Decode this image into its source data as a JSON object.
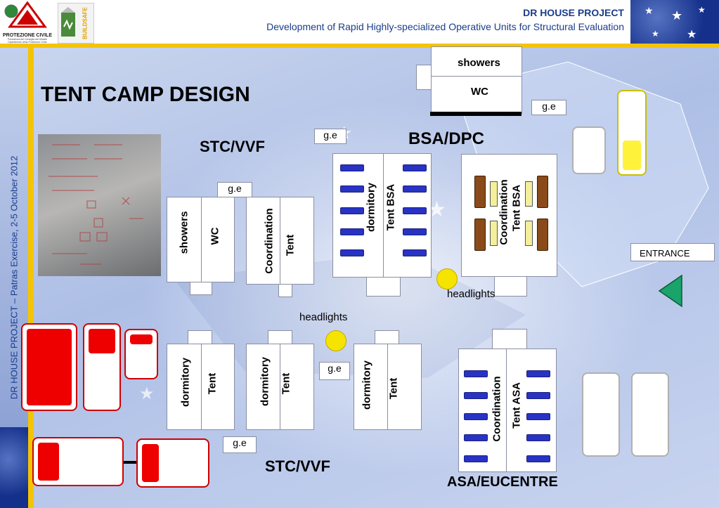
{
  "header": {
    "project": "DR HOUSE PROJECT",
    "subtitle": "Development of Rapid Highly-specialized Operative Units for Structural Evaluation",
    "logo1_text": "PROTEZIONE CIVILE",
    "logo1_sub": "Presidenza del Consiglio dei Ministri Dipartimento della Protezione Civile",
    "logo2_text": "BUILDSAFE"
  },
  "sidebar_text": "DR HOUSE PROJECT – Patras Exercise, 2-5 October 2012",
  "title": "TENT CAMP DESIGN",
  "labels": {
    "stc_top": "STC/VVF",
    "bsa_dpc": "BSA/DPC",
    "stc_bottom": "STC/VVF",
    "asa_eucentre": "ASA/EUCENTRE",
    "headlights_left": "headlights",
    "headlights_right": "headlights",
    "entrance": "ENTRANCE",
    "ge": "g.e"
  },
  "tents": {
    "showers_top": "showers",
    "wc_top": "WC",
    "stc_showers": "showers",
    "stc_wc": "WC",
    "stc_coord": "Coordination",
    "stc_coord_tent": "Tent",
    "bsa_dorm": "dormitory",
    "bsa_tent": "Tent BSA",
    "bsa_coord": "Coordination",
    "bsa_coord_tent": "Tent BSA",
    "dorm1": "dormitory",
    "dorm1_tent": "Tent",
    "dorm2": "dormitory",
    "dorm2_tent": "Tent",
    "dorm3": "dormitory",
    "dorm3_tent": "Tent",
    "asa_coord": "Coordination",
    "asa_tent": "Tent ASA"
  },
  "colors": {
    "accent_yellow": "#f4c400",
    "title_blue": "#1a3c8c",
    "bed_blue": "#2833c4",
    "entrance_green": "#1aa36a"
  }
}
